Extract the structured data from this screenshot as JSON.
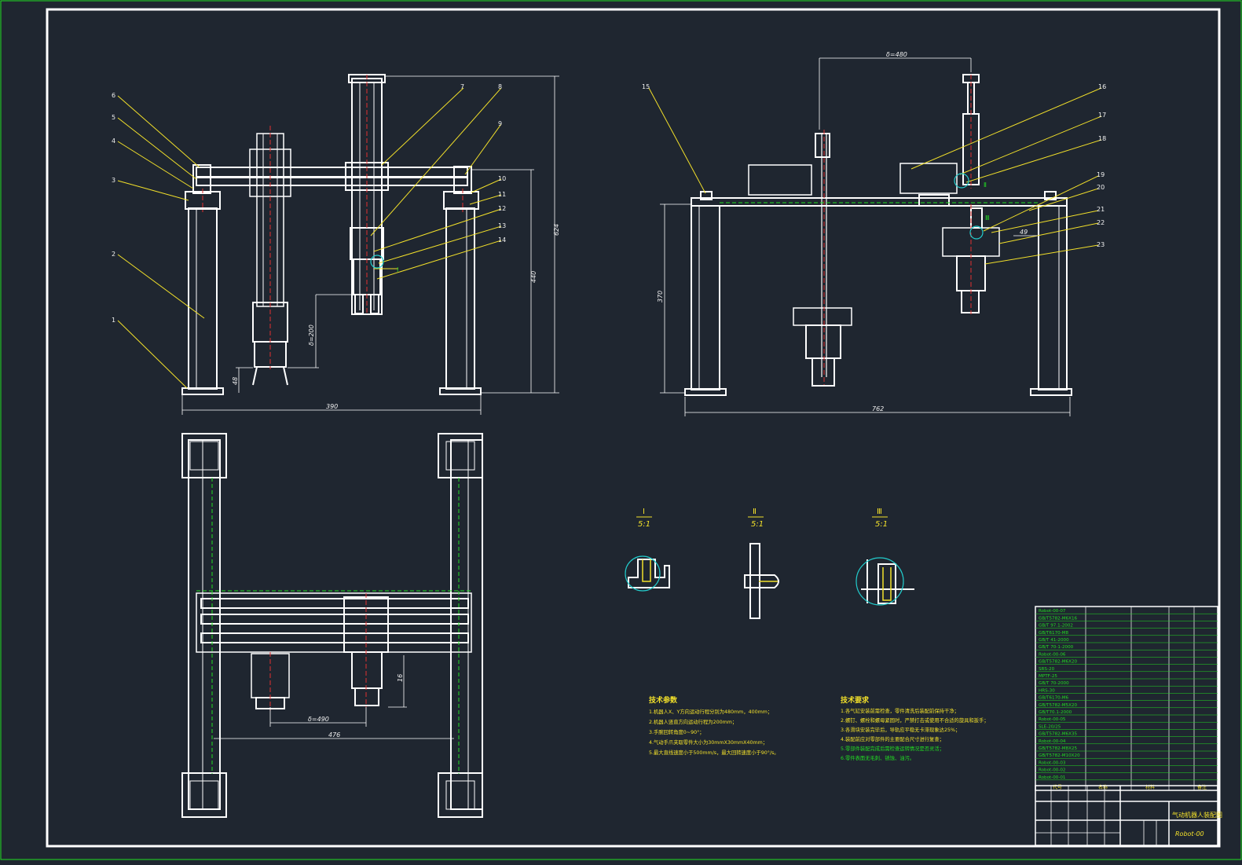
{
  "drawing": {
    "title": "气动机器人装配图",
    "number": "Robot-00"
  },
  "front_view": {
    "part_labels": [
      "1",
      "2",
      "3",
      "4",
      "5",
      "6",
      "7",
      "8",
      "9",
      "10",
      "11",
      "12",
      "13",
      "14"
    ],
    "dims": {
      "width": "390",
      "height": "624",
      "height_inner": "440",
      "stroke": "δ=200",
      "jaw": "48"
    },
    "detail_callout": "Ⅰ"
  },
  "side_view": {
    "part_labels": [
      "15",
      "16",
      "17",
      "18",
      "19",
      "20",
      "21",
      "22",
      "23"
    ],
    "dims": {
      "stroke_top": "δ=480",
      "height": "370",
      "width": "762",
      "offset": "49"
    },
    "detail_callouts": [
      "Ⅱ",
      "Ⅲ"
    ]
  },
  "top_view": {
    "dims": {
      "stroke": "δ=490",
      "inner": "476",
      "offset": "16"
    }
  },
  "details": [
    {
      "label": "Ⅰ",
      "scale": "5:1"
    },
    {
      "label": "Ⅱ",
      "scale": "5:1"
    },
    {
      "label": "Ⅲ",
      "scale": "5:1"
    }
  ],
  "tech_params": {
    "title": "技术参数",
    "lines": [
      "1.机器人X、Y方向运动行程分别为480mm，400mm；",
      "2.机器人竖直方向运动行程为200mm；",
      "3.手腕回转角度0~90°；",
      "4.气动手爪夹取零件大小为30mmX30mmX40mm；",
      "5.最大直线速度小于500mm/s，最大回转速度小于90°/s。"
    ]
  },
  "tech_reqs": {
    "title": "技术要求",
    "lines": [
      "1.各气缸安装前需检查，零件清洗后装配前保持干净；",
      "2.螺钉、螺栓和螺母紧固时，严禁打击或使用不合适的旋具和扳手；",
      "3.各滑块安装完毕后，导轨应平稳无卡滞现象达25%；",
      "4.装配前应对零部件的主要配合尺寸进行复查；",
      "5.零部件装配完成后需检查运转情况是否灵活；",
      "6.零件表面无毛刺、锈蚀、油污。"
    ]
  },
  "bom": {
    "codes": [
      "Robot-00-07",
      "GB/T5782-M6X16",
      "GB/T 97.1-2002",
      "GB/T6170-M8",
      "GB/T 41-2000",
      "GB/T 70-1-2000",
      "Robot-00-06",
      "GB/T5782-M6X20",
      "SRS-20",
      "MPTF-25",
      "GB/T 70-2000",
      "HRS-30",
      "GB/T6170-M6",
      "GB/T5782-M5X20",
      "GB/T70.1-2000",
      "Robot-00-05",
      "SLE-20/25",
      "GB/T5782-M6X35",
      "Robot-00-04",
      "GB/T5782-M8X25",
      "GB/T5782-M10X20",
      "Robot-00-03",
      "Robot-00-02",
      "Robot-00-01"
    ],
    "header": [
      "代号",
      "名称",
      "材料",
      "备注"
    ]
  }
}
